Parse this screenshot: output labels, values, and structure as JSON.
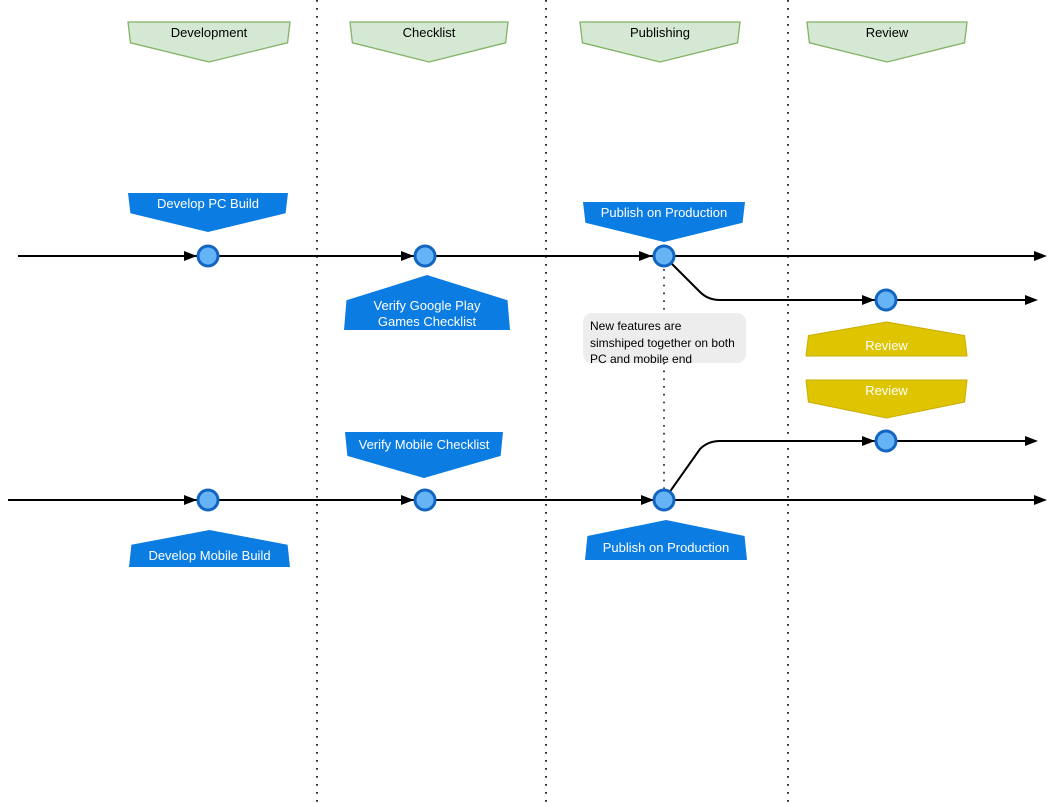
{
  "diagram": {
    "phases": {
      "development": "Development",
      "checklist": "Checklist",
      "publishing": "Publishing",
      "review": "Review"
    },
    "pc_track": {
      "develop": "Develop PC Build",
      "verify": "Verify Google Play\nGames Checklist",
      "publish": "Publish on Production",
      "review": "Review"
    },
    "mobile_track": {
      "develop": "Develop Mobile Build",
      "verify": "Verify Mobile Checklist",
      "publish": "Publish on Production",
      "review": "Review"
    },
    "note": "New features are\nsimshiped together on both\nPC and mobile end",
    "colors": {
      "phase_fill": "#d5e8d4",
      "phase_stroke": "#82b366",
      "milestone_blue": "#0a7ce2",
      "review_yellow": "#dfc400",
      "review_stroke": "#c9ae00",
      "node_fill": "#66b3f5",
      "node_stroke": "#1266c2",
      "note_bg": "#ededed",
      "line": "#000000"
    }
  }
}
